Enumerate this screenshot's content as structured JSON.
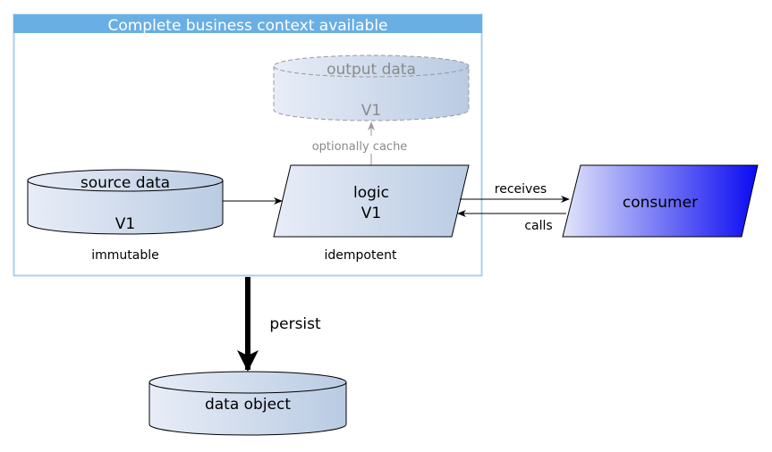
{
  "container": {
    "title": "Complete business context available",
    "header_color": "#6AAFE3",
    "border_color": "#A8D0EE"
  },
  "nodes": {
    "output_data": {
      "title": "output data",
      "version": "V1",
      "style": "dashed",
      "text_color": "#8A8A8A"
    },
    "source_data": {
      "title": "source data",
      "version": "V1",
      "caption": "immutable"
    },
    "logic": {
      "title": "logic",
      "version": "V1",
      "caption": "idempotent"
    },
    "consumer": {
      "title": "consumer",
      "gradient_from": "#E0E4F8",
      "gradient_to": "#0A0AF0"
    },
    "data_object": {
      "title": "data object"
    }
  },
  "edges": {
    "cache": {
      "label": "optionally cache",
      "color": "#999999"
    },
    "receives": {
      "label": "receives"
    },
    "calls": {
      "label": "calls"
    },
    "persist": {
      "label": "persist"
    },
    "source_to_logic": {
      "label": ""
    }
  },
  "colors": {
    "shape_fill_from": "#E6EBF6",
    "shape_fill_to": "#B8CBE4",
    "stroke": "#000000"
  }
}
